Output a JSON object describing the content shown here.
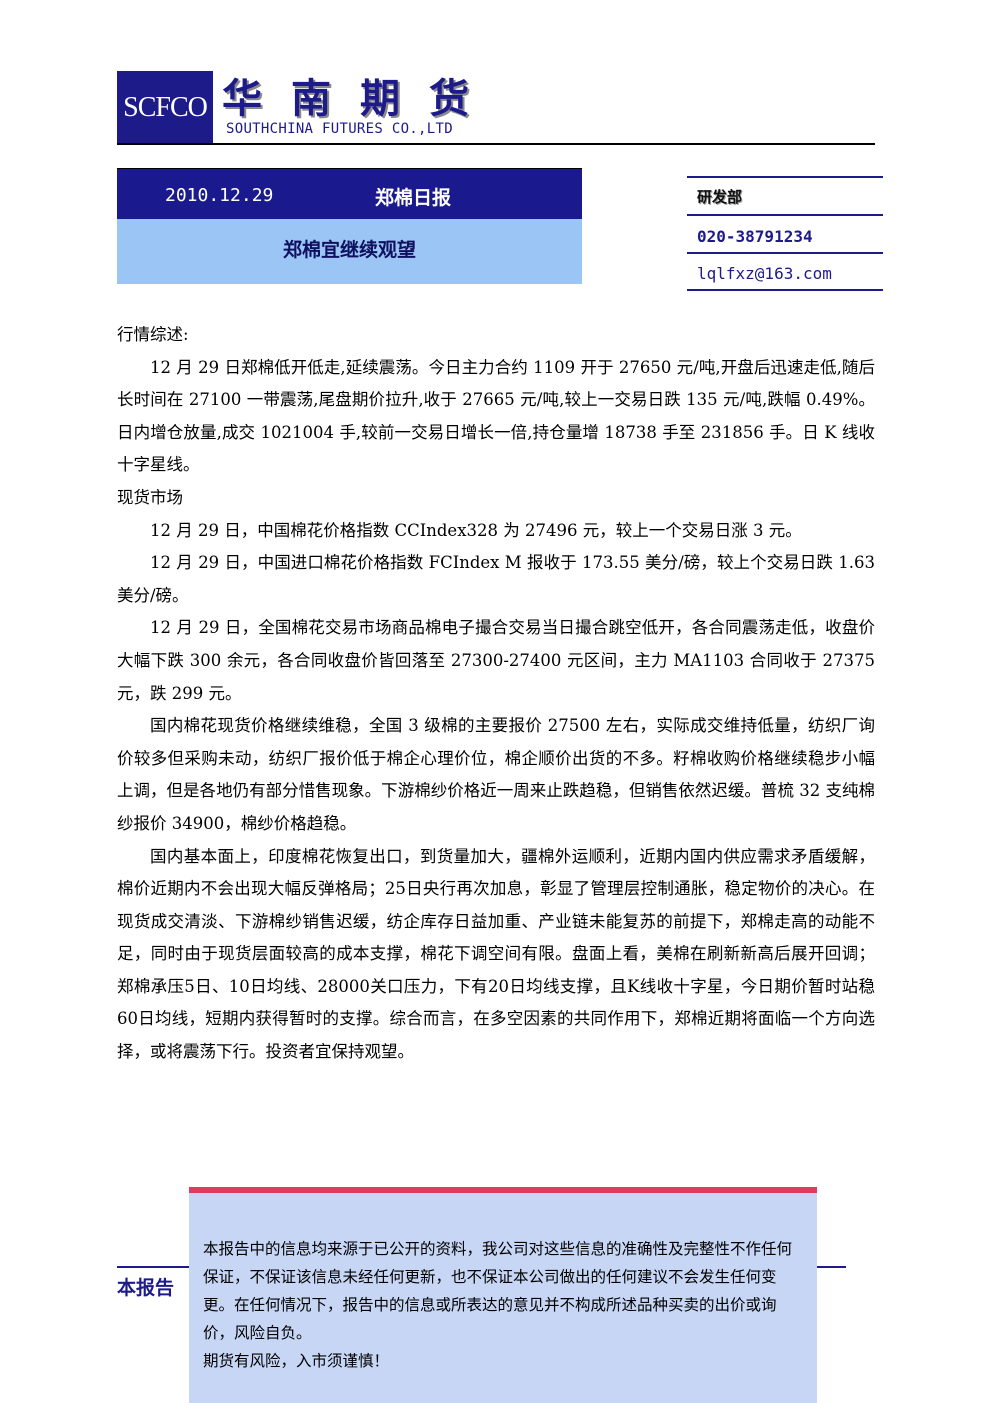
{
  "header": {
    "logo_text": "SCFCO",
    "company_cn": "华南期货",
    "company_en": "SOUTHCHINA FUTURES CO.,LTD",
    "colors": {
      "brand_navy": "#1d1a8a",
      "title_blue": "#9bc5f4",
      "accent_red": "#e23a5c",
      "disclaimer_bg": "#c7d6f4"
    }
  },
  "report": {
    "date": "2010.12.29",
    "type": "郑棉日报",
    "title": "郑棉宜继续观望"
  },
  "contact": {
    "department": "研发部",
    "phone": "020-38791234",
    "email": "lqlfxz@163.com"
  },
  "body": {
    "market_heading": "行情综述:",
    "market_p1": "12 月 29 日郑棉低开低走,延续震荡。今日主力合约 1109 开于 27650 元/吨,开盘后迅速走低,随后长时间在 27100 一带震荡,尾盘期价拉升,收于 27665 元/吨,较上一交易日跌 135 元/吨,跌幅 0.49%。日内增仓放量,成交 1021004 手,较前一交易日增长一倍,持仓量增 18738 手至 231856 手。日 K 线收十字星线。",
    "spot_heading": "现货市场",
    "spot_p1": "12 月 29 日，中国棉花价格指数 CCIndex328 为 27496 元，较上一个交易日涨 3 元。",
    "spot_p2": "12 月 29 日，中国进口棉花价格指数 FCIndex M 报收于 173.55 美分/磅，较上个交易日跌 1.63　美分/磅。",
    "spot_p3": "12 月 29 日，全国棉花交易市场商品棉电子撮合交易当日撮合跳空低开，各合同震荡走低，收盘价大幅下跌 300 余元，各合同收盘价皆回落至 27300-27400 元区间，主力 MA1103 合同收于 27375 元，跌 299 元。",
    "spot_p4": "国内棉花现货价格继续维稳，全国 3 级棉的主要报价 27500 左右，实际成交维持低量，纺织厂询价较多但采购未动，纺织厂报价低于棉企心理价位，棉企顺价出货的不多。籽棉收购价格继续稳步小幅上调，但是各地仍有部分惜售现象。下游棉纱价格近一周来止跌趋稳，但销售依然迟缓。普梳 32 支纯棉纱报价 34900，棉纱价格趋稳。",
    "outlook_p": "国内基本面上，印度棉花恢复出口，到货量加大，疆棉外运顺利，近期内国内供应需求矛盾缓解，棉价近期内不会出现大幅反弹格局；25日央行再次加息，彰显了管理层控制通胀，稳定物价的决心。在现货成交清淡、下游棉纱销售迟缓，纺企库存日益加重、产业链未能复苏的前提下，郑棉走高的动能不足，同时由于现货层面较高的成本支撑，棉花下调空间有限。盘面上看，美棉在刷新新高后展开回调；郑棉承压5日、10日均线、28000关口压力，下有20日均线支撑，且K线收十字星，今日期价暂时站稳60日均线，短期内获得暂时的支撑。综合而言，在多空因素的共同作用下，郑棉近期将面临一个方向选择，或将震荡下行。投资者宜保持观望。"
  },
  "footer": {
    "side_label": "本报告",
    "disclaimer": "本报告中的信息均来源于已公开的资料，我公司对这些信息的准确性及完整性不作任何保证，不保证该信息未经任何更新，也不保证本公司做出的任何建议不会发生任何变更。在任何情况下，报告中的信息或所表达的意见并不构成所述品种买卖的出价或询价，风险自负。",
    "risk_warning": "期货有风险，入市须谨慎！"
  }
}
